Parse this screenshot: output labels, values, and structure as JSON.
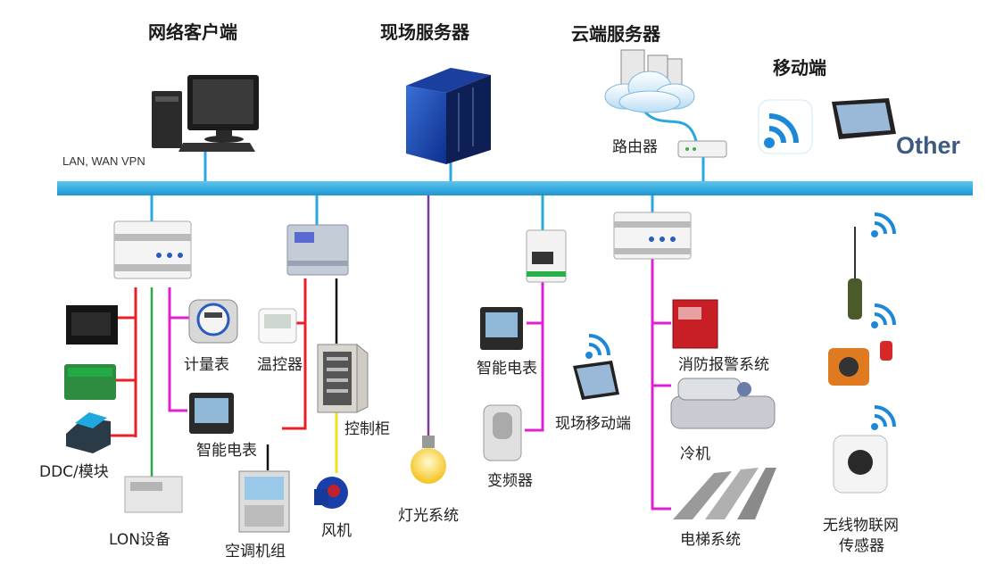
{
  "headers": {
    "client": "网络客户端",
    "onsite_server": "现场服务器",
    "cloud_server": "云端服务器",
    "mobile": "移动端"
  },
  "network": {
    "lan_label": "LAN, WAN VPN",
    "router_label": "路由器",
    "other_label": "Other"
  },
  "devices": {
    "ddc": "DDC/模块",
    "lon": "LON设备",
    "meter": "计量表",
    "thermostat": "温控器",
    "smart_meter_left": "智能电表",
    "control_cabinet": "控制柜",
    "ac_unit": "空调机组",
    "fan": "风机",
    "lighting": "灯光系统",
    "smart_meter_right": "智能电表",
    "onsite_mobile": "现场移动端",
    "inverter": "变频器",
    "fire_alarm": "消防报警系统",
    "chiller": "冷机",
    "elevator": "电梯系统",
    "wireless_sensor_1": "无线物联网",
    "wireless_sensor_2": "传感器"
  },
  "colors": {
    "bus": "#29a8e0",
    "red_line": "#e8202a",
    "green_line": "#2aa84a",
    "magenta_line": "#e020d0",
    "purple_line": "#7a3aa0",
    "yellow_line": "#f0e020",
    "black_line": "#111111"
  },
  "icons": [
    "desktop-pc-icon",
    "server-tower-icon",
    "cloud-server-icon",
    "router-icon",
    "wifi-icon",
    "tablet-icon",
    "controller-module-icon",
    "gateway-icon",
    "meter-icon",
    "thermostat-icon",
    "smart-meter-icon",
    "control-cabinet-icon",
    "ac-unit-icon",
    "fan-icon",
    "light-bulb-icon",
    "inverter-icon",
    "fire-alarm-icon",
    "chiller-icon",
    "escalator-icon",
    "antenna-sensor-icon",
    "gas-detector-icon",
    "wireless-sensor-icon"
  ]
}
